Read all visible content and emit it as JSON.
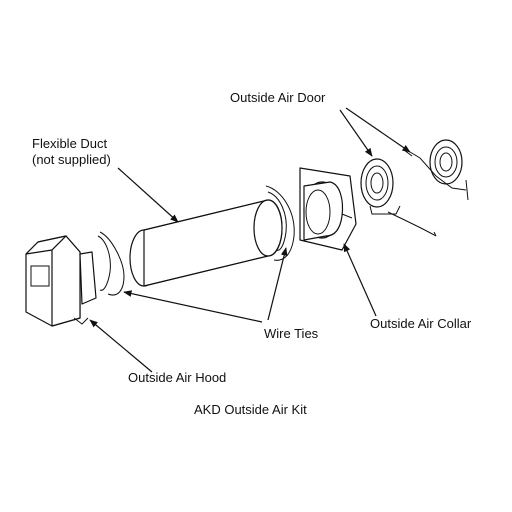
{
  "labels": {
    "flexible_duct_line1": "Flexible Duct",
    "flexible_duct_line2": "(not supplied)",
    "outside_air_door": "Outside Air Door",
    "wire_ties": "Wire Ties",
    "outside_air_collar": "Outside Air Collar",
    "outside_air_hood": "Outside Air Hood",
    "caption": "AKD Outside Air Kit"
  }
}
